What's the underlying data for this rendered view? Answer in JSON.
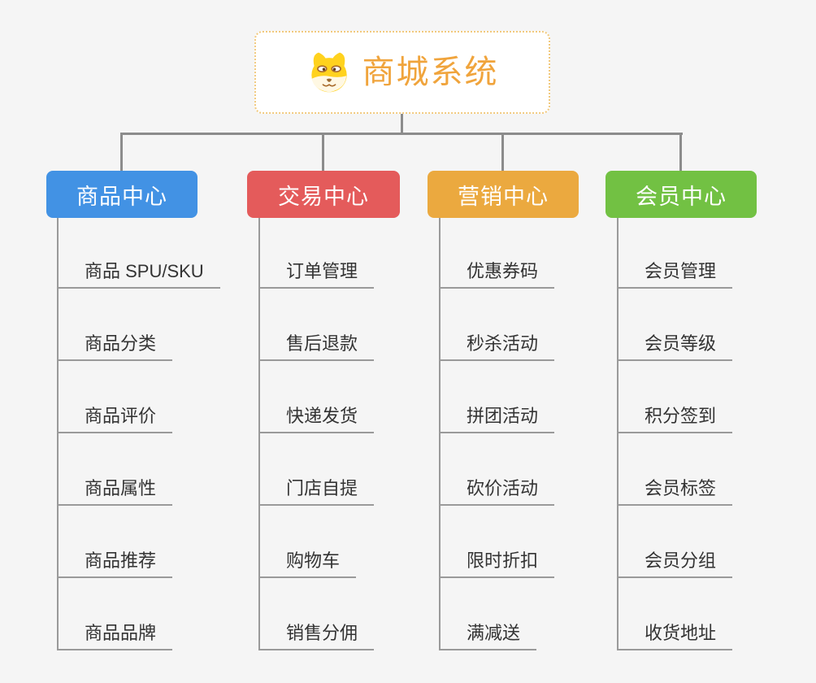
{
  "root": {
    "title": "商城系统",
    "icon": "dog-icon",
    "title_color": "#F0A43C",
    "border_color": "#F1C97E",
    "background": "#FFFFFF"
  },
  "branches": [
    {
      "label": "商品中心",
      "color": "#4292E4",
      "items": [
        "商品 SPU/SKU",
        "商品分类",
        "商品评价",
        "商品属性",
        "商品推荐",
        "商品品牌"
      ]
    },
    {
      "label": "交易中心",
      "color": "#E45B5B",
      "items": [
        "订单管理",
        "售后退款",
        "快递发货",
        "门店自提",
        "购物车",
        "销售分佣"
      ]
    },
    {
      "label": "营销中心",
      "color": "#EBA93F",
      "items": [
        "优惠券码",
        "秒杀活动",
        "拼团活动",
        "砍价活动",
        "限时折扣",
        "满减送"
      ]
    },
    {
      "label": "会员中心",
      "color": "#72C143",
      "items": [
        "会员管理",
        "会员等级",
        "积分签到",
        "会员标签",
        "会员分组",
        "收货地址"
      ]
    }
  ],
  "colors": {
    "canvas_background": "#F5F5F5",
    "connector": "#8C8C8C",
    "leaf_line": "#9A9A9A",
    "leaf_text": "#333333",
    "branch_text": "#FFFFFF"
  }
}
